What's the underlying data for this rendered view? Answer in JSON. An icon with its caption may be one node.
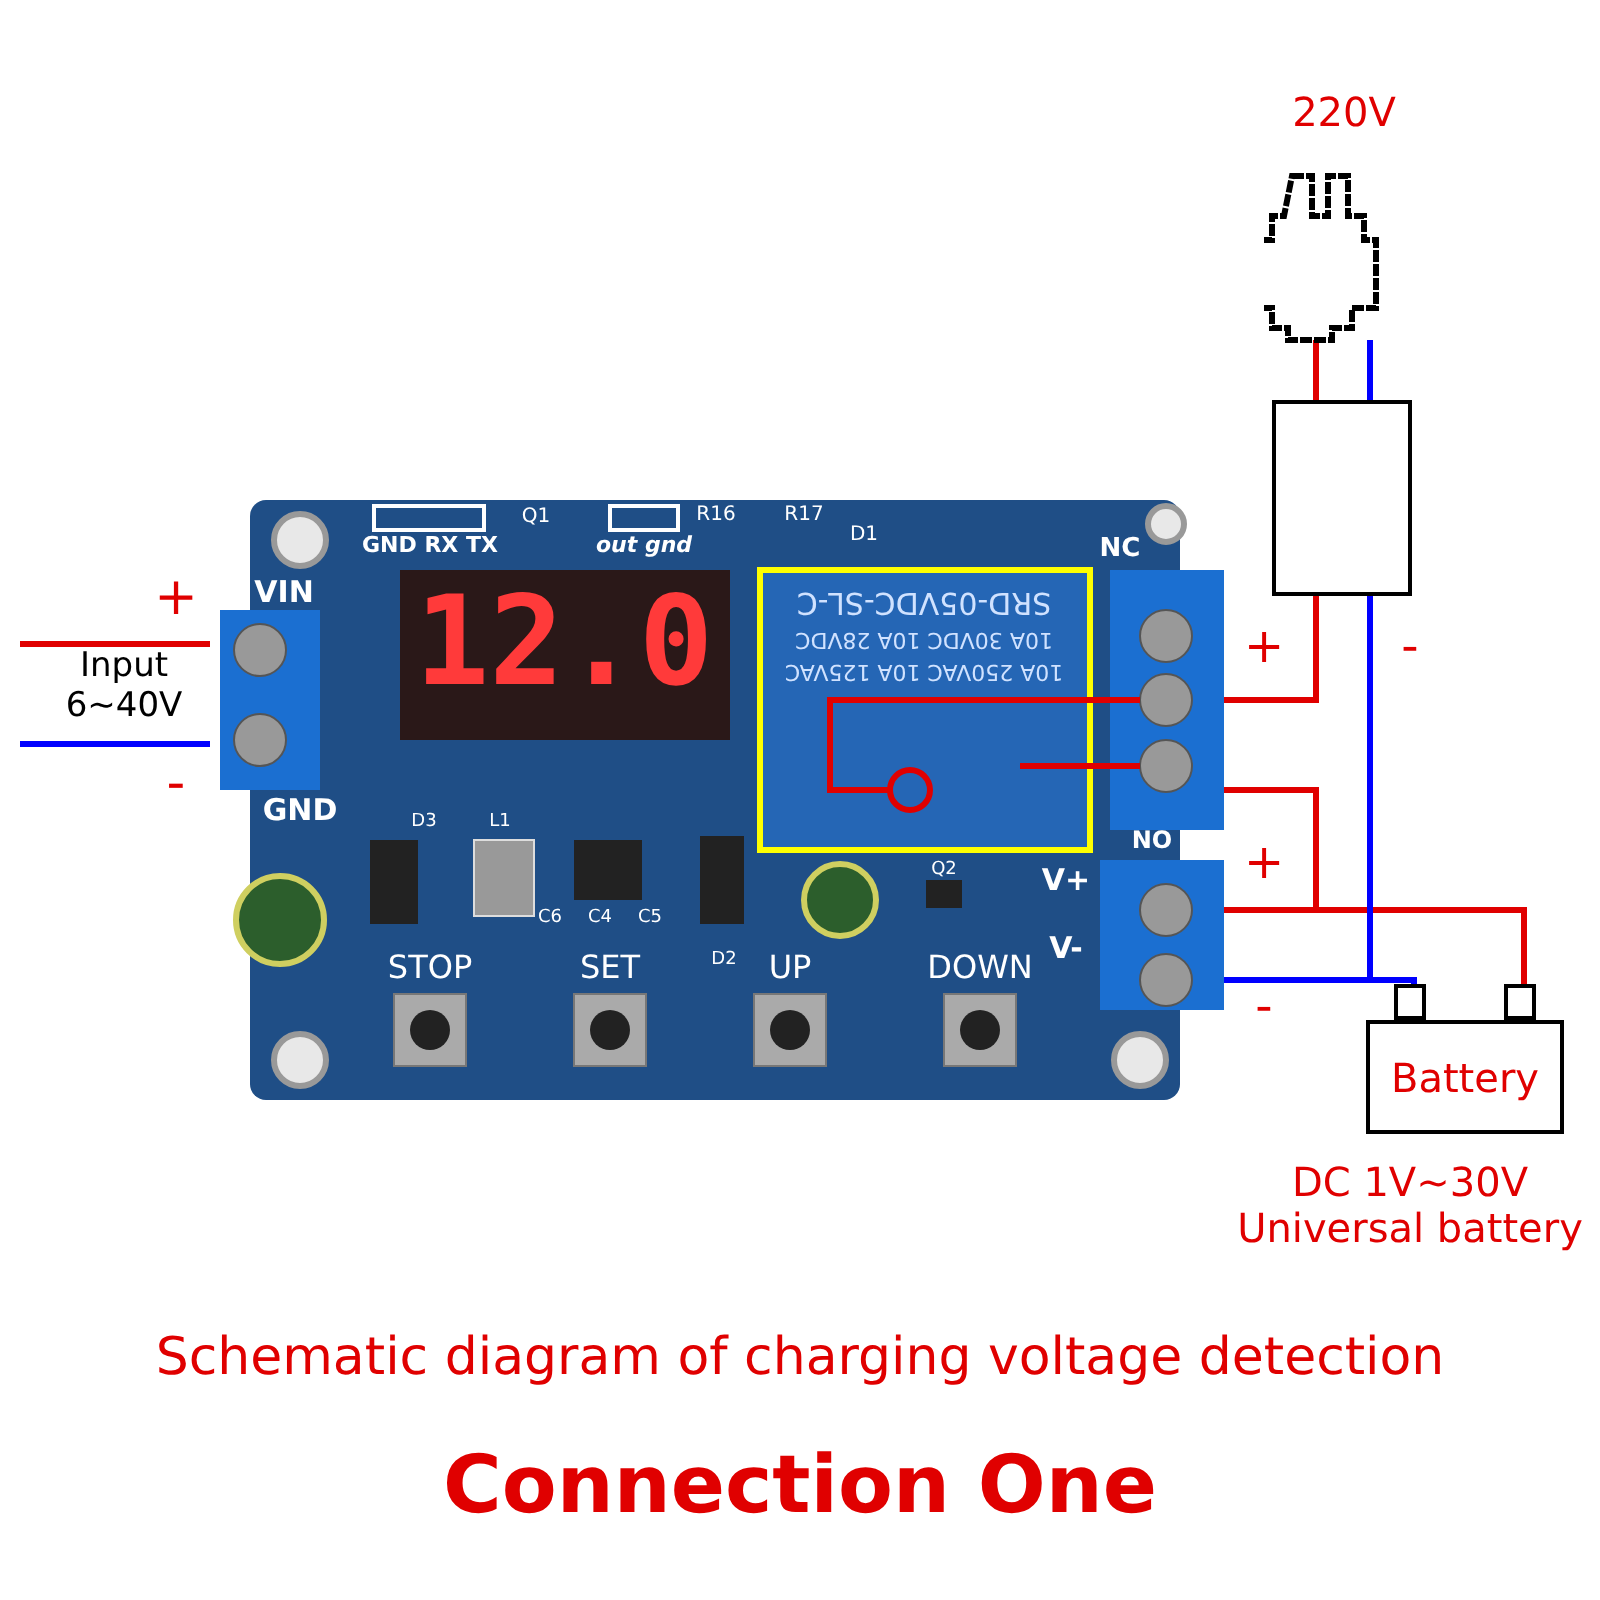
{
  "diagram": {
    "title": "Connection One",
    "caption": "Schematic diagram of charging voltage detection",
    "nodes": [
      {
        "text": [],
        "shape": "picture",
        "beside": [
          "220V"
        ]
      },
      {
        "text": [],
        "shape": "box"
      },
      {
        "text": [],
        "shape": "picture"
      },
      {
        "text": [
          "Battery"
        ],
        "beside": [
          "DC 1V~30V Universal battery"
        ]
      }
    ],
    "edges": [
      {
        "from": 0,
        "to": 1,
        "arrow": "none"
      },
      {
        "from": 0,
        "to": 1,
        "arrow": "none",
        "color": "#0000ff"
      },
      {
        "from": 1,
        "to": 2,
        "arrow": "none"
      },
      {
        "from": 2,
        "to": 3,
        "arrow": "none"
      },
      {
        "from": 2,
        "to": 3,
        "arrow": "none"
      },
      {
        "from": 1,
        "to": 3,
        "arrow": "none",
        "color": "#0000ff"
      },
      {
        "from": 2,
        "to": 3,
        "arrow": "none",
        "color": "#0000ff"
      },
      {
        "from": null,
        "to": 2,
        "arrow": "none"
      },
      {
        "from": null,
        "to": 2,
        "arrow": "none",
        "color": "#0000ff"
      }
    ],
    "labels": [
      "+",
      "Input 6~40V",
      "-",
      "GND RX TX",
      "Q1",
      "out gnd",
      "R16",
      "R17",
      "D1",
      "VIN",
      "12.0",
      "NC",
      "SRD-05VDC-SL-C",
      "10A 30VDC 10A 28VDC",
      "10A 250VAC 10A 125VAC",
      "GND",
      "D3",
      "L1",
      "C6",
      "C4",
      "C5",
      "D2",
      "Q2",
      "NO",
      "V+",
      "V-",
      "STOP",
      "SET",
      "UP",
      "DOWN",
      "+",
      "-",
      "+",
      "-"
    ]
  }
}
